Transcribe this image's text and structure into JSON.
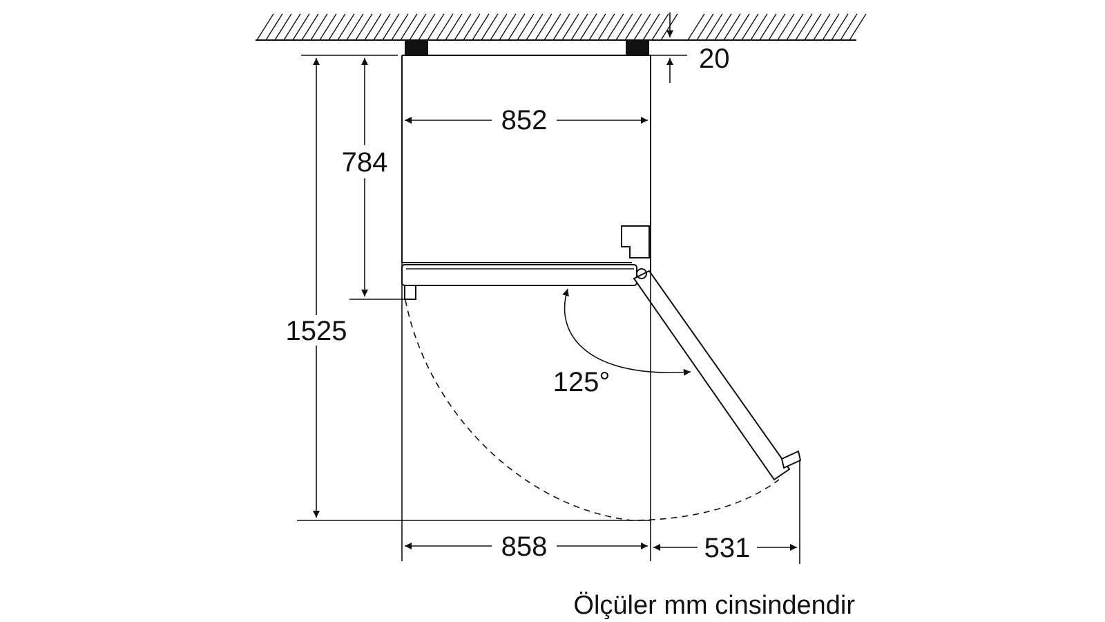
{
  "diagram": {
    "dimensions": {
      "depth_total": "1525",
      "depth_cabinet": "784",
      "width_top": "852",
      "width_bottom": "858",
      "door_swing": "531",
      "wall_gap": "20",
      "door_angle": "125°"
    },
    "caption": "Ölçüler mm cinsindendir",
    "colors": {
      "line": "#111111",
      "background": "#ffffff"
    }
  }
}
